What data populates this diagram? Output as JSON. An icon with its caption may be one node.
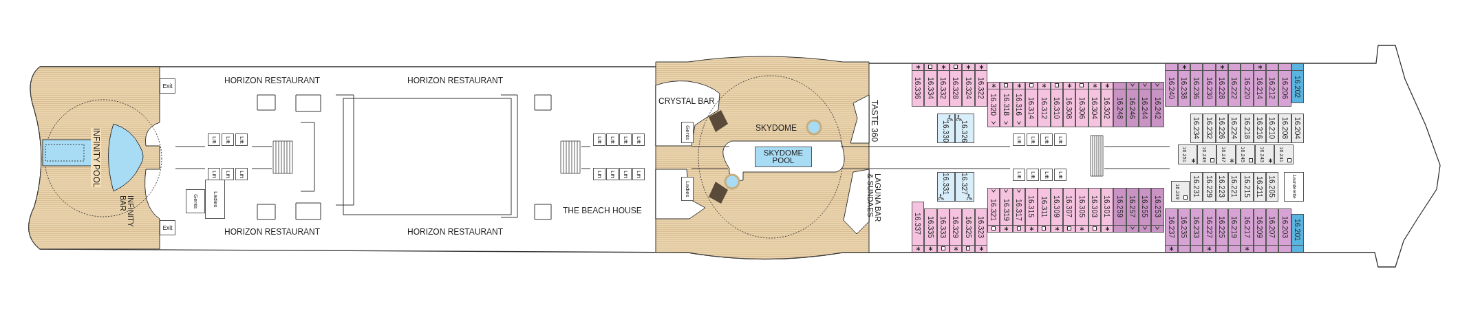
{
  "diagram": {
    "nodes": [
      {
        "text": [
          "Exit"
        ]
      },
      {
        "text": [
          "Exit"
        ]
      },
      {
        "text": [
          "Lift"
        ]
      },
      {
        "text": [
          "Lift"
        ]
      },
      {
        "text": [
          "Lift"
        ]
      },
      {
        "text": [
          "Lift"
        ]
      },
      {
        "text": [
          "Lift"
        ]
      },
      {
        "text": [
          "Lift"
        ]
      },
      {
        "text": [
          "Gents"
        ]
      },
      {
        "text": [
          "Ladies"
        ]
      },
      {
        "text": [
          "Lift"
        ]
      },
      {
        "text": [
          "Lift"
        ]
      },
      {
        "text": [
          "Lift"
        ]
      },
      {
        "text": [
          "Lift"
        ]
      },
      {
        "text": [
          "Lift"
        ]
      },
      {
        "text": [
          "Lift"
        ]
      },
      {
        "text": [
          "Lift"
        ]
      },
      {
        "text": [
          "Lift"
        ]
      },
      {
        "text": [
          "Gents"
        ]
      },
      {
        "text": [
          "Ladies"
        ]
      },
      {
        "text": [
          "SKYDOME POOL"
        ]
      },
      {
        "text": [
          "Lift"
        ]
      },
      {
        "text": [
          "Lift"
        ]
      },
      {
        "text": [
          "Lift"
        ]
      },
      {
        "text": [
          "Lift"
        ]
      },
      {
        "text": [
          "Lift"
        ]
      },
      {
        "text": [
          "Lift"
        ]
      },
      {
        "text": [
          "Lift"
        ]
      },
      {
        "text": [
          "Lift"
        ]
      },
      {
        "text": [
          "16.336"
        ]
      },
      {
        "text": [
          "16.334"
        ]
      },
      {
        "text": [
          "16.332"
        ]
      },
      {
        "text": [
          "16.328"
        ]
      },
      {
        "text": [
          "16.324"
        ]
      },
      {
        "text": [
          "16.322"
        ]
      },
      {
        "text": [
          "16.330"
        ]
      },
      {
        "text": [
          "16.326"
        ]
      },
      {
        "text": [
          "16.320"
        ]
      },
      {
        "text": [
          "16.318"
        ]
      },
      {
        "text": [
          "16.316"
        ]
      },
      {
        "text": [
          "16.314"
        ]
      },
      {
        "text": [
          "16.312"
        ]
      },
      {
        "text": [
          "16.310"
        ]
      },
      {
        "text": [
          "16.308"
        ]
      },
      {
        "text": [
          "16.306"
        ]
      },
      {
        "text": [
          "16.304"
        ]
      },
      {
        "text": [
          "16.302"
        ]
      },
      {
        "text": [
          "16.248"
        ]
      },
      {
        "text": [
          "16.246"
        ]
      },
      {
        "text": [
          "16.244"
        ]
      },
      {
        "text": [
          "16.242"
        ]
      },
      {
        "text": [
          "16.240"
        ]
      },
      {
        "text": [
          "16.238"
        ]
      },
      {
        "text": [
          "16.236"
        ]
      },
      {
        "text": [
          "16.230"
        ]
      },
      {
        "text": [
          "16.228"
        ]
      },
      {
        "text": [
          "16.222"
        ]
      },
      {
        "text": [
          "16.220"
        ]
      },
      {
        "text": [
          "16.214"
        ]
      },
      {
        "text": [
          "16.212"
        ]
      },
      {
        "text": [
          "16.206"
        ]
      },
      {
        "text": [
          "16.202"
        ]
      },
      {
        "text": [
          "16.234"
        ]
      },
      {
        "text": [
          "16.232"
        ]
      },
      {
        "text": [
          "16.226"
        ]
      },
      {
        "text": [
          "16.224"
        ]
      },
      {
        "text": [
          "16.218"
        ]
      },
      {
        "text": [
          "16.216"
        ]
      },
      {
        "text": [
          "16.210"
        ]
      },
      {
        "text": [
          "16.208"
        ]
      },
      {
        "text": [
          "16.204"
        ]
      },
      {
        "text": [
          "16.251"
        ]
      },
      {
        "text": [
          "16.249"
        ]
      },
      {
        "text": [
          "16.247"
        ]
      },
      {
        "text": [
          "16.245"
        ]
      },
      {
        "text": [
          "16.243"
        ]
      },
      {
        "text": [
          "16.241"
        ]
      },
      {
        "text": [
          "16.239"
        ]
      },
      {
        "text": [
          "16.231"
        ]
      },
      {
        "text": [
          "16.229"
        ]
      },
      {
        "text": [
          "16.223"
        ]
      },
      {
        "text": [
          "16.221"
        ]
      },
      {
        "text": [
          "16.215"
        ]
      },
      {
        "text": [
          "16.211"
        ]
      },
      {
        "text": [
          "16.205"
        ]
      },
      {
        "text": [
          "Launderette"
        ]
      },
      {
        "text": [
          "16.331"
        ]
      },
      {
        "text": [
          "16.327"
        ]
      },
      {
        "text": [
          "16.337"
        ]
      },
      {
        "text": [
          "16.335"
        ]
      },
      {
        "text": [
          "16.333"
        ]
      },
      {
        "text": [
          "16.329"
        ]
      },
      {
        "text": [
          "16.325"
        ]
      },
      {
        "text": [
          "16.323"
        ]
      },
      {
        "text": [
          "16.321"
        ]
      },
      {
        "text": [
          "16.319"
        ]
      },
      {
        "text": [
          "16.317"
        ]
      },
      {
        "text": [
          "16.315"
        ]
      },
      {
        "text": [
          "16.311"
        ]
      },
      {
        "text": [
          "16.309"
        ]
      },
      {
        "text": [
          "16.307"
        ]
      },
      {
        "text": [
          "16.305"
        ]
      },
      {
        "text": [
          "16.303"
        ]
      },
      {
        "text": [
          "16.301"
        ]
      },
      {
        "text": [
          "16.259"
        ]
      },
      {
        "text": [
          "16.257"
        ]
      },
      {
        "text": [
          "16.255"
        ]
      },
      {
        "text": [
          "16.253"
        ]
      },
      {
        "text": [
          "16.237"
        ]
      },
      {
        "text": [
          "16.235"
        ]
      },
      {
        "text": [
          "16.233"
        ]
      },
      {
        "text": [
          "16.227"
        ]
      },
      {
        "text": [
          "16.225"
        ]
      },
      {
        "text": [
          "16.219"
        ]
      },
      {
        "text": [
          "16.217"
        ]
      },
      {
        "text": [
          "16.209"
        ]
      },
      {
        "text": [
          "16.207"
        ]
      },
      {
        "text": [
          "16.203"
        ]
      },
      {
        "text": [
          "16.201"
        ]
      }
    ],
    "labels": [
      "HORIZON RESTAURANT",
      "HORIZON RESTAURANT",
      "CRYSTAL BAR",
      "TASTE 360",
      "INFINITY POOL",
      "SKYDOME",
      "INFINITY BAR",
      "THE BEACH HOUSE",
      "LAGUNA BAR & SUNDAES",
      "HORIZON RESTAURANT",
      "HORIZON RESTAURANT"
    ]
  }
}
